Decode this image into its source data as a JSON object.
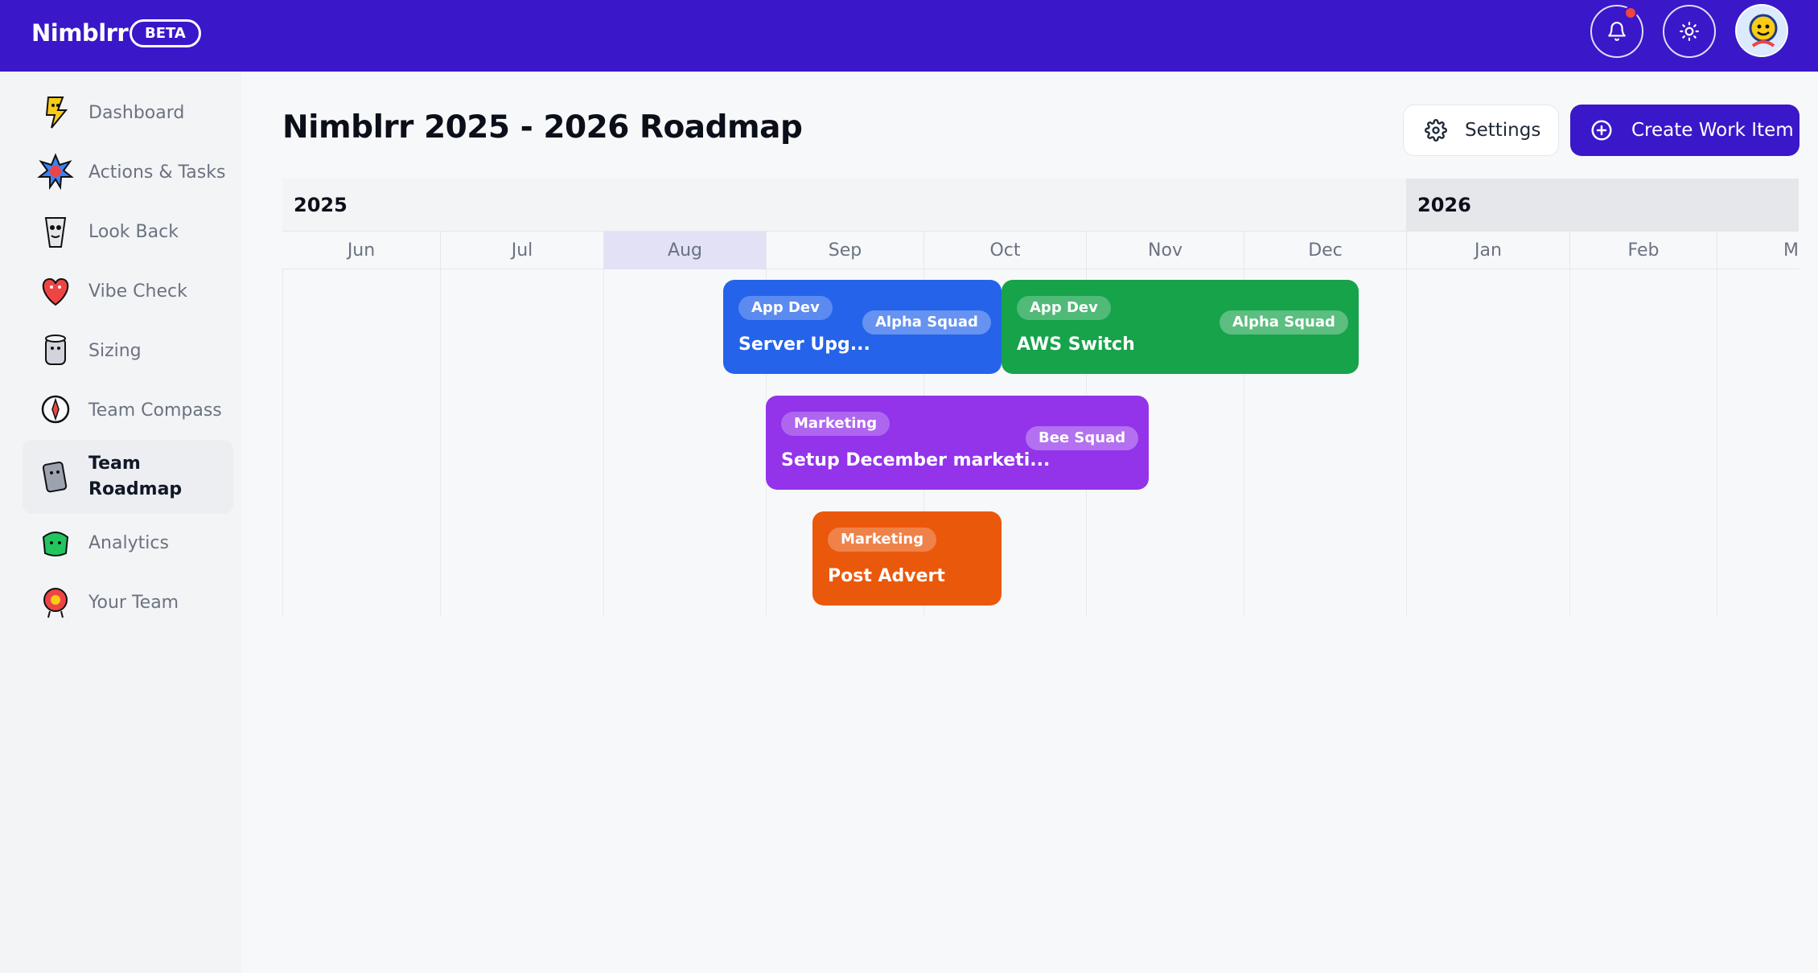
{
  "header": {
    "brand": "Nimblrr",
    "badge": "BETA",
    "icons": {
      "notifications": "bell-icon",
      "theme": "sun-icon",
      "profile": "avatar"
    },
    "accent_color": "#3a17c9"
  },
  "sidebar": {
    "items": [
      {
        "label": "Dashboard",
        "icon": "dashboard-mascot-icon",
        "active": false
      },
      {
        "label": "Actions & Tasks",
        "icon": "actions-mascot-icon",
        "active": false
      },
      {
        "label": "Look Back",
        "icon": "look-back-mascot-icon",
        "active": false
      },
      {
        "label": "Vibe Check",
        "icon": "heart-mascot-icon",
        "active": false
      },
      {
        "label": "Sizing",
        "icon": "sizing-mascot-icon",
        "active": false
      },
      {
        "label": "Team Compass",
        "icon": "compass-mascot-icon",
        "active": false
      },
      {
        "label": "Team Roadmap",
        "label_line1": "Team",
        "label_line2": "Roadmap",
        "icon": "roadmap-mascot-icon",
        "active": true
      },
      {
        "label": "Analytics",
        "icon": "analytics-mascot-icon",
        "active": false
      },
      {
        "label": "Your Team",
        "icon": "team-mascot-icon",
        "active": false
      }
    ]
  },
  "main": {
    "title": "Nimblrr 2025 - 2026 Roadmap",
    "settings_label": "Settings",
    "create_label": "Create Work Item"
  },
  "timeline": {
    "years": [
      "2025",
      "2026"
    ],
    "months": [
      "Jun",
      "Jul",
      "Aug",
      "Sep",
      "Oct",
      "Nov",
      "Dec",
      "Jan",
      "Feb",
      "Ma"
    ],
    "current_month": "Aug",
    "items": [
      {
        "tag": "App Dev",
        "title": "Server Upg...",
        "team": "Alpha Squad",
        "color": "#2563eb"
      },
      {
        "tag": "App Dev",
        "title": "AWS Switch",
        "team": "Alpha Squad",
        "color": "#16a34a"
      },
      {
        "tag": "Marketing",
        "title": "Setup December marketi...",
        "team": "Bee Squad",
        "color": "#9333ea"
      },
      {
        "tag": "Marketing",
        "title": "Post Advert",
        "team": "",
        "color": "#ea580c"
      }
    ]
  }
}
